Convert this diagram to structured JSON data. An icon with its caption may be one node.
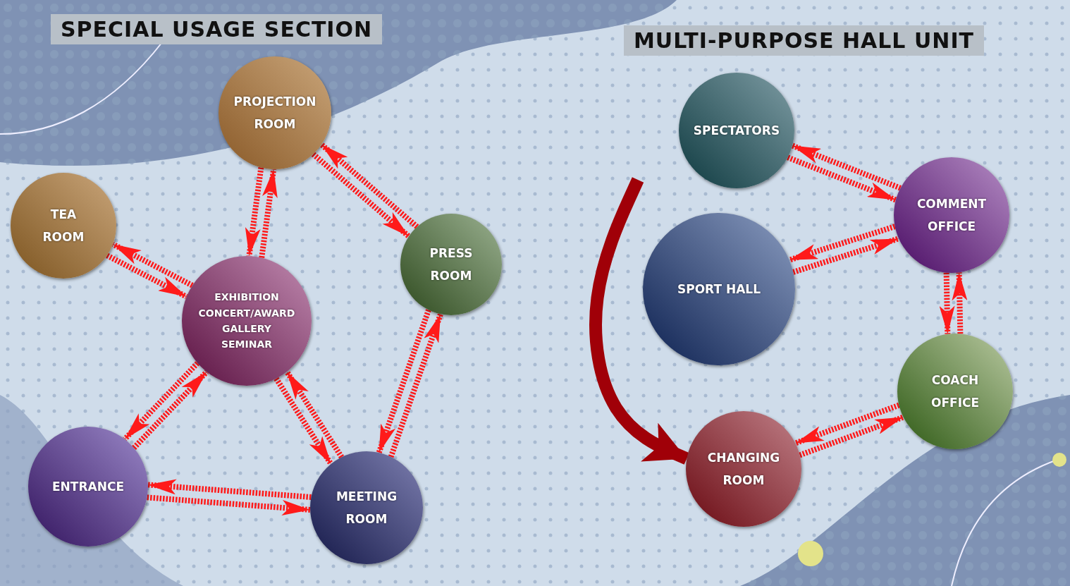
{
  "diagram": {
    "nodes": [
      {
        "text": [
          "PROJECTION ROOM"
        ]
      },
      {
        "text": [
          "TEA ROOM"
        ]
      },
      {
        "text": [
          "EXHIBITION",
          "CONCERT/AWARD",
          "GALLERY",
          "SEMINAR"
        ]
      },
      {
        "text": [
          "PRESS ROOM"
        ]
      },
      {
        "text": [
          "ENTRANCE"
        ]
      },
      {
        "text": [
          "MEETING ROOM"
        ]
      },
      {
        "text": [
          "SPECTATORS"
        ]
      },
      {
        "text": [
          "SPORT HALL"
        ]
      },
      {
        "text": [
          "COMMENT OFFICE"
        ]
      },
      {
        "text": [
          "COACH OFFICE"
        ]
      },
      {
        "text": [
          "CHANGING ROOM"
        ]
      }
    ],
    "edges": [
      {
        "from": 0,
        "to": 2,
        "arrow": "to",
        "style": "dashed"
      },
      {
        "from": 2,
        "to": 0,
        "arrow": "to",
        "style": "dashed"
      },
      {
        "from": 1,
        "to": 2,
        "arrow": "to",
        "style": "dashed"
      },
      {
        "from": 2,
        "to": 1,
        "arrow": "to",
        "style": "dashed"
      },
      {
        "from": 0,
        "to": 3,
        "arrow": "to",
        "style": "dashed"
      },
      {
        "from": 3,
        "to": 0,
        "arrow": "to",
        "style": "dashed"
      },
      {
        "from": 2,
        "to": 4,
        "arrow": "to",
        "style": "dashed"
      },
      {
        "from": 4,
        "to": 2,
        "arrow": "to",
        "style": "dashed"
      },
      {
        "from": 2,
        "to": 5,
        "arrow": "to",
        "style": "dashed"
      },
      {
        "from": 5,
        "to": 2,
        "arrow": "to",
        "style": "dashed"
      },
      {
        "from": 3,
        "to": 5,
        "arrow": "to",
        "style": "dashed"
      },
      {
        "from": 5,
        "to": 3,
        "arrow": "to",
        "style": "dashed"
      },
      {
        "from": 4,
        "to": 5,
        "arrow": "to",
        "style": "dashed"
      },
      {
        "from": 5,
        "to": 4,
        "arrow": "to",
        "style": "dashed"
      },
      {
        "from": 6,
        "to": 8,
        "arrow": "to",
        "style": "dashed"
      },
      {
        "from": 8,
        "to": 6,
        "arrow": "to",
        "style": "dashed"
      },
      {
        "from": 7,
        "to": 8,
        "arrow": "to",
        "style": "dashed"
      },
      {
        "from": 8,
        "to": 7,
        "arrow": "to",
        "style": "dashed"
      },
      {
        "from": 8,
        "to": 9,
        "arrow": "to",
        "style": "dashed"
      },
      {
        "from": 9,
        "to": 8,
        "arrow": "to",
        "style": "dashed"
      },
      {
        "from": 9,
        "to": 10,
        "arrow": "to",
        "style": "dashed"
      },
      {
        "from": 10,
        "to": 9,
        "arrow": "to",
        "style": "dashed"
      },
      {
        "from": null,
        "to": 10,
        "arrow": "to",
        "style": "thick",
        "color": "#a00008"
      }
    ],
    "labels": [
      "SPECIAL USAGE SECTION",
      "MULTI-PURPOSE HALL UNIT"
    ]
  }
}
